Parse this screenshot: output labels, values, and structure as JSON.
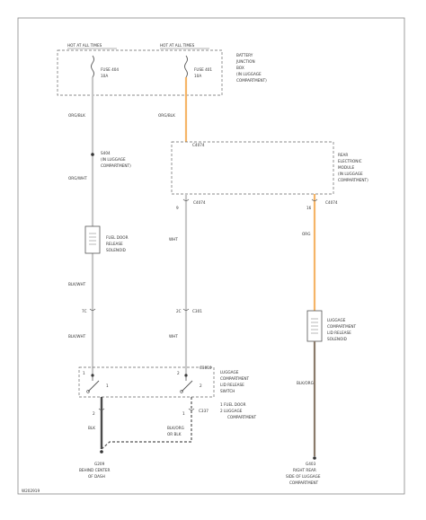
{
  "battery_box": {
    "hot_all_times_1": "HOT AT ALL TIMES",
    "hot_all_times_2": "HOT AT ALL TIMES",
    "fuse_a_label": "FUSE 404",
    "fuse_a_amps": "10A",
    "fuse_b_label": "FUSE 401",
    "fuse_b_amps": "10A",
    "name_lines": [
      "BATTERY",
      "JUNCTION",
      "BOX",
      "(IN LUGGAGE",
      "COMPARTMENT)"
    ]
  },
  "wires": {
    "left_top_color": "ORG/BLK",
    "mid_top_color": "ORG/BLK",
    "left_under_splice": "ORG/WHT",
    "left_under_solenoid": "BLK/WHT",
    "left_under_connector": "BLK/WHT",
    "mid_under_module": "WHT",
    "mid_under_connector": "WHT",
    "right_under_module": "ORG",
    "right_under_solenoid": "BLK/ORG",
    "bottom_left_wire": "BLK",
    "bottom_dashed_wire_1": "BLK/ORG",
    "bottom_dashed_wire_2": "OR BLK"
  },
  "splice": {
    "name": "S404",
    "location_lines": [
      "(IN LUGGAGE",
      "COMPARTMENT)"
    ]
  },
  "rear_module": {
    "pin_top": "C4074",
    "name_lines": [
      "REAR",
      "ELECTRONIC",
      "MODULE",
      "(IN LUGGAGE",
      "COMPARTMENT)"
    ],
    "pin_left_num": "9",
    "pin_left_conn": "C4074",
    "pin_right_num": "16",
    "pin_right_conn": "C4074"
  },
  "fuel_door_solenoid": {
    "name_lines": [
      "FUEL DOOR",
      "RELEASE",
      "SOLENOID"
    ]
  },
  "connector_mid": {
    "left_pin": "7C",
    "right_pin": "2C",
    "name": "C301"
  },
  "lid_solenoid": {
    "name_lines": [
      "LUGGAGE",
      "COMPARTMENT",
      "LID RELEASE",
      "SOLENOID"
    ]
  },
  "switch_box": {
    "connector": "C3010",
    "name_lines": [
      "LUGGAGE",
      "COMPARTMENT",
      "LID RELEASE",
      "SWITCH"
    ],
    "legend_1": "1 FUEL DOOR",
    "legend_2": "2 LUGGAGE",
    "legend_3": "COMPARTMENT",
    "pin_left_top": "1",
    "pin_right_top": "2",
    "pin_left_bottom": "2",
    "pin_right_bottom": "1",
    "bottom_conn": "C337"
  },
  "grounds": {
    "left_name": "G209",
    "left_location_lines": [
      "BEHIND CENTER",
      "OF DASH"
    ],
    "right_name": "G403",
    "right_location_lines": [
      "RIGHT REAR",
      "SIDE OF LUGGAGE",
      "COMPARTMENT"
    ]
  },
  "footer_code": "W202919",
  "colors": {
    "wire_orange": "#f5b467",
    "wire_light": "#c8c8c8",
    "wire_dark": "#4a4a4a",
    "line": "#555555"
  }
}
